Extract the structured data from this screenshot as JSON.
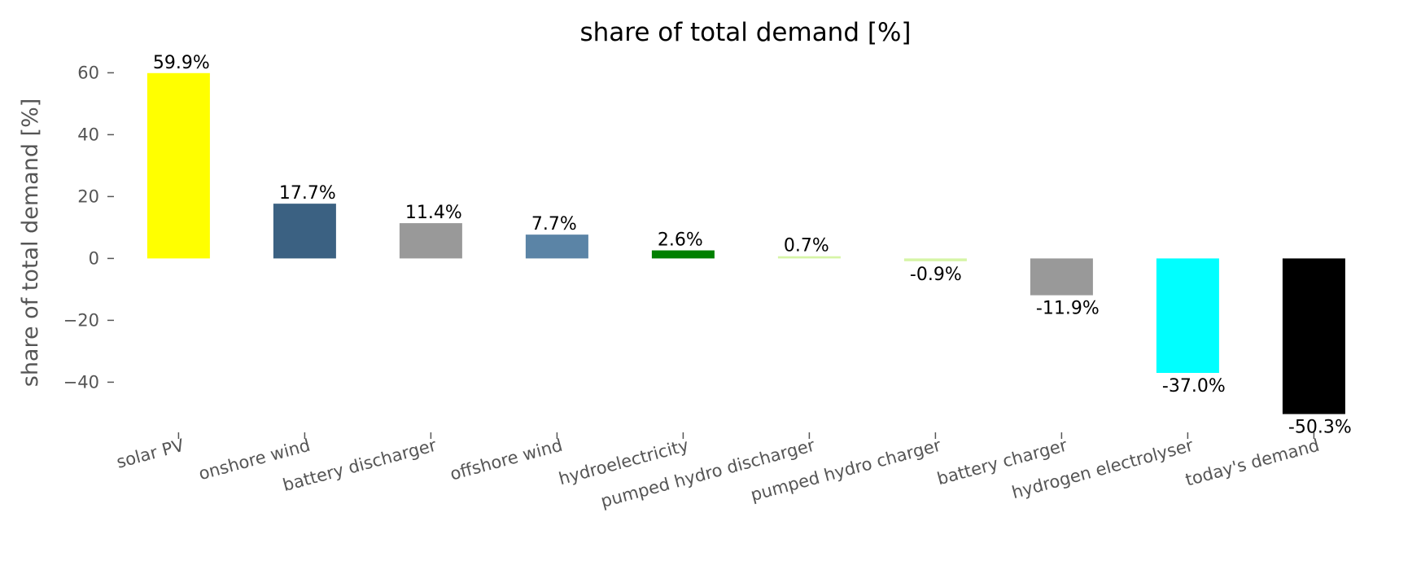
{
  "chart_data": {
    "type": "bar",
    "title": "share of total demand [%]",
    "xlabel": "",
    "ylabel": "share of total demand [%]",
    "ylim": [
      -57,
      65
    ],
    "yticks": [
      60,
      40,
      20,
      0,
      -20,
      -40
    ],
    "ytick_labels": [
      "60",
      "40",
      "20",
      "0",
      "−20",
      "−40"
    ],
    "grid": false,
    "categories": [
      "solar PV",
      "onshore wind",
      "battery discharger",
      "offshore wind",
      "hydroelectricity",
      "pumped hydro discharger",
      "pumped hydro charger",
      "battery charger",
      "hydrogen electrolyser",
      "today's demand"
    ],
    "values": [
      59.9,
      17.7,
      11.4,
      7.7,
      2.6,
      0.7,
      -0.9,
      -11.9,
      -37.0,
      -50.3
    ],
    "data_labels": [
      "59.9%",
      "17.7%",
      "11.4%",
      "7.7%",
      "2.6%",
      "0.7%",
      "-0.9%",
      "-11.9%",
      "-37.0%",
      "-50.3%"
    ],
    "colors": [
      "#ffff00",
      "#3b6182",
      "#999999",
      "#5b84a6",
      "#008000",
      "#d6f5a6",
      "#d6f5a6",
      "#999999",
      "#00ffff",
      "#000000"
    ]
  }
}
